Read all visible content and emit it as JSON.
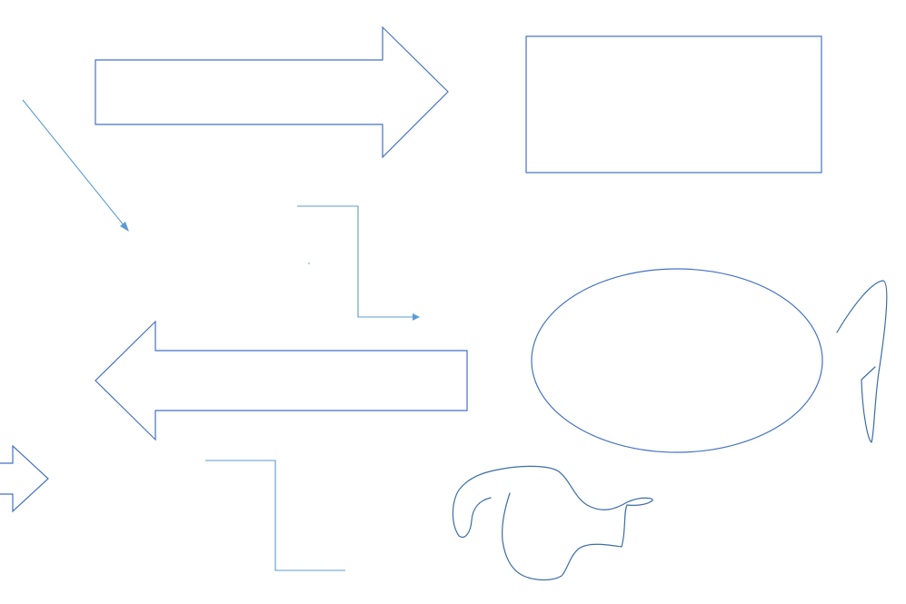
{
  "canvas": {
    "background": "#ffffff"
  },
  "colors": {
    "shape_outline": "#4472c4",
    "connector": "#5b9bd5",
    "ink": "#3b6ea5"
  },
  "shapes": [
    {
      "kind": "block-arrow-right"
    },
    {
      "kind": "rectangle"
    },
    {
      "kind": "straight-arrow-connector"
    },
    {
      "kind": "elbow-arrow-connector"
    },
    {
      "kind": "block-arrow-left"
    },
    {
      "kind": "ellipse"
    },
    {
      "kind": "block-arrow-right-partial"
    },
    {
      "kind": "elbow-connector"
    },
    {
      "kind": "freehand-ink"
    }
  ]
}
